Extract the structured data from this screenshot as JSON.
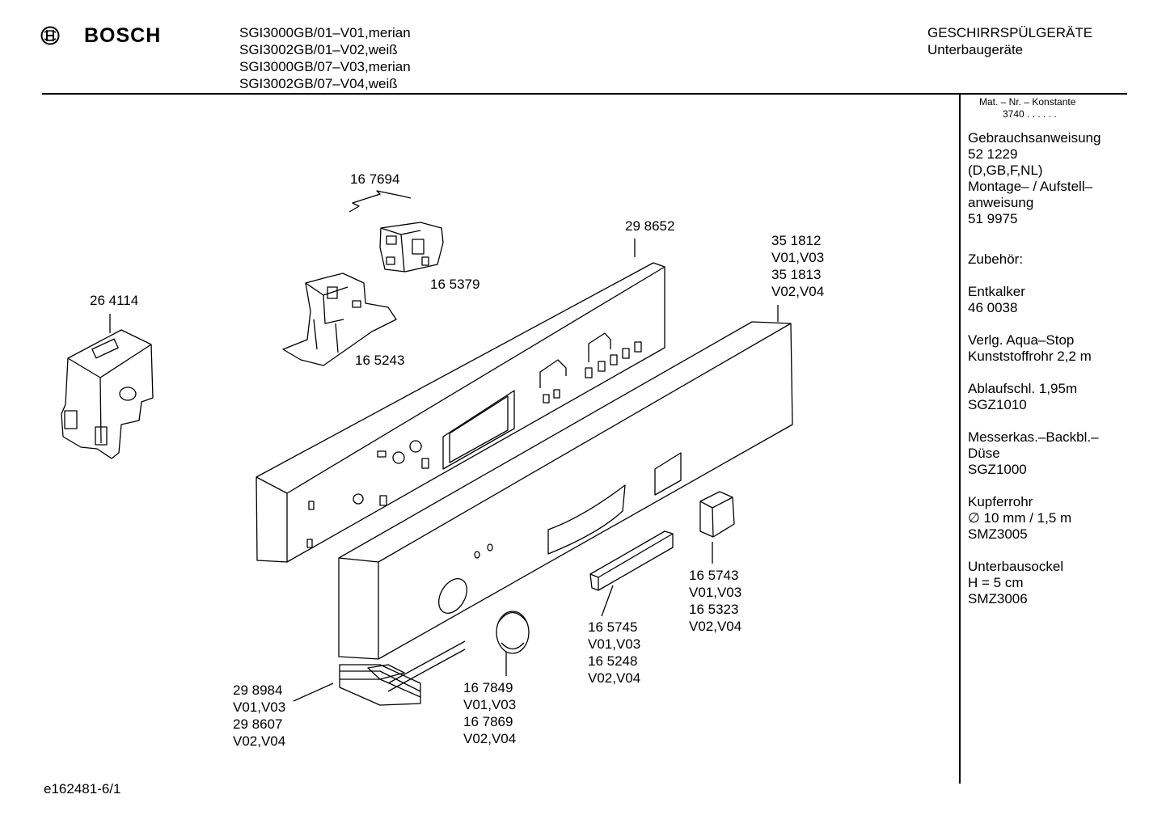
{
  "header": {
    "brand": "BOSCH",
    "models": [
      "SGI3000GB/01–V01,merian",
      "SGI3002GB/01–V02,weiß",
      "SGI3000GB/07–V03,merian",
      "SGI3002GB/07–V04,weiß"
    ],
    "category_line1": "GESCHIRRSPÜLGERÄTE",
    "category_line2": "Unterbaugeräte"
  },
  "sidebar": {
    "matnr_label": "Mat. – Nr. – Konstante",
    "matnr_value": "3740 . . . . . .",
    "blocks": [
      "Gebrauchsanweisung\n52 1229\n(D,GB,F,NL)\nMontage– / Aufstell–\nanweisung\n51 9975",
      "Zubehör:",
      "Entkalker\n46 0038",
      "Verlg. Aqua–Stop\nKunststoffrohr 2,2 m",
      "Ablaufschl. 1,95m\nSGZ1010",
      "Messerkas.–Backbl.–\nDüse\nSGZ1000",
      "Kupferrohr\n∅ 10 mm / 1,5 m\nSMZ3005",
      "Unterbausockel\nH = 5 cm\nSMZ3006"
    ]
  },
  "parts": [
    {
      "id": "p167694",
      "text": "16 7694"
    },
    {
      "id": "p298652",
      "text": "29 8652"
    },
    {
      "id": "p165379",
      "text": "16 5379"
    },
    {
      "id": "p351812",
      "text": "35 1812\nV01,V03\n35 1813\nV02,V04"
    },
    {
      "id": "p264114",
      "text": "26 4114"
    },
    {
      "id": "p165243",
      "text": "16 5243"
    },
    {
      "id": "p165743",
      "text": "16 5743\nV01,V03\n16 5323\nV02,V04"
    },
    {
      "id": "p165745",
      "text": "16 5745\nV01,V03\n16 5248\nV02,V04"
    },
    {
      "id": "p298984",
      "text": "29 8984\nV01,V03\n29 8607\nV02,V04"
    },
    {
      "id": "p167849",
      "text": "16 7849\nV01,V03\n16 7869\nV02,V04"
    }
  ],
  "footer": {
    "doc_id": "e162481-6/1"
  }
}
